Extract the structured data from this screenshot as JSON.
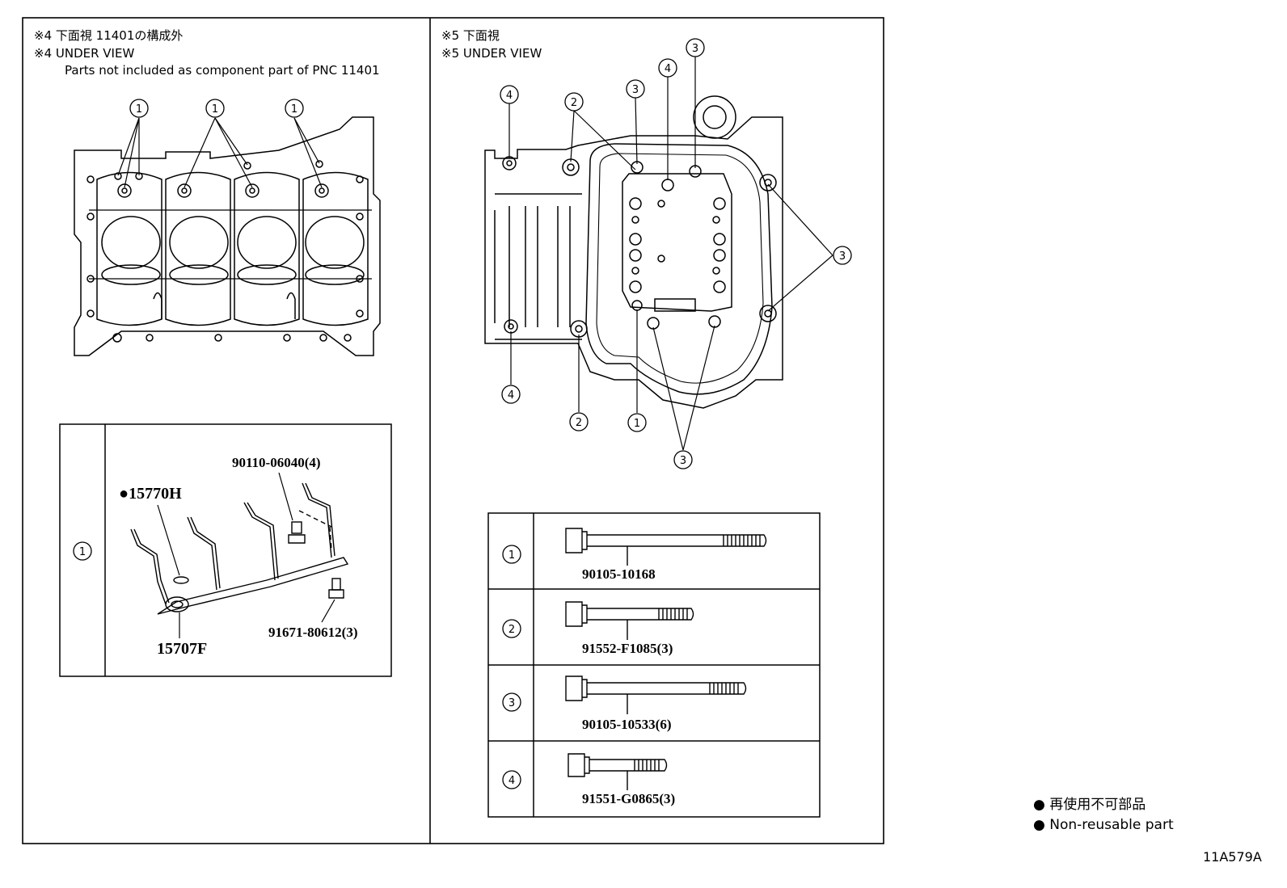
{
  "left_panel": {
    "header_jp": "※4 下面視 11401の構成外",
    "header_en": "※4 UNDER VIEW",
    "header_note": "Parts not included as component part of PNC 11401",
    "callout": "1",
    "parts_table": {
      "row_label": "1",
      "parts": {
        "seal": "●15770H",
        "bolt_a": "90110-06040(4)",
        "bolt_b": "91671-80612(3)",
        "pipe": "15707F"
      }
    }
  },
  "right_panel": {
    "header_jp": "※5 下面視",
    "header_en": "※5 UNDER VIEW",
    "callouts": [
      "1",
      "2",
      "3",
      "4"
    ],
    "bolt_table": [
      {
        "index": "1",
        "part_number": "90105-10168"
      },
      {
        "index": "2",
        "part_number": "91552-F1085(3)"
      },
      {
        "index": "3",
        "part_number": "90105-10533(6)"
      },
      {
        "index": "4",
        "part_number": "91551-G0865(3)"
      }
    ]
  },
  "legend": {
    "jp": "● 再使用不可部品",
    "en": "● Non-reusable part"
  },
  "illustration_code": "11A579A"
}
